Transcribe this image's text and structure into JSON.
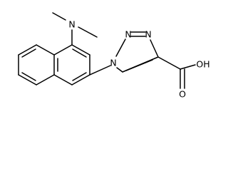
{
  "molecule": {
    "atom_labels": {
      "dimethylamino_n": "N",
      "triazole_n1": "N",
      "triazole_n2": "N",
      "triazole_n3": "N",
      "hydroxyl": "OH",
      "carbonyl_o": "O"
    }
  }
}
